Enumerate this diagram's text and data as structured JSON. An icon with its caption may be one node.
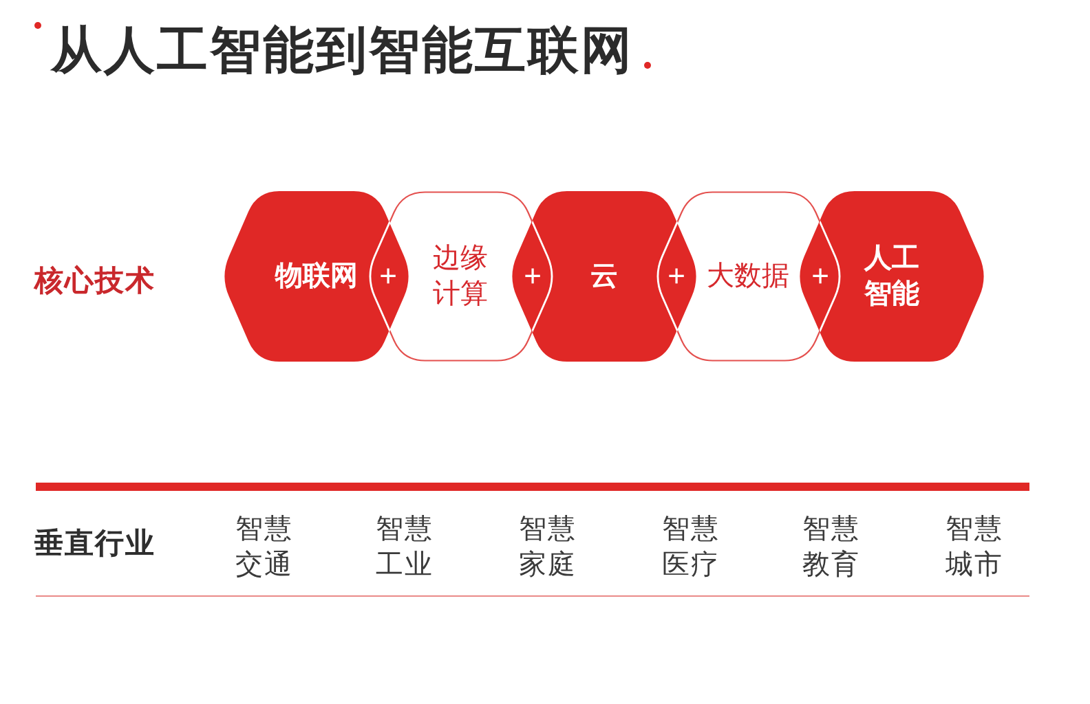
{
  "diagram": {
    "title": "从人工智能到智能互联网",
    "nodes": [
      {
        "text": [
          "物联网"
        ]
      },
      {
        "text": [
          "边缘计算"
        ]
      },
      {
        "text": [
          "云"
        ]
      },
      {
        "text": [
          "大数据"
        ]
      },
      {
        "text": [
          "人工智能"
        ]
      }
    ],
    "labels": [
      "核心技术",
      "+",
      "+",
      "+",
      "+",
      "垂直行业",
      "智慧交通",
      "智慧工业",
      "智慧家庭",
      "智慧医疗",
      "智慧教育",
      "智慧城市"
    ]
  }
}
